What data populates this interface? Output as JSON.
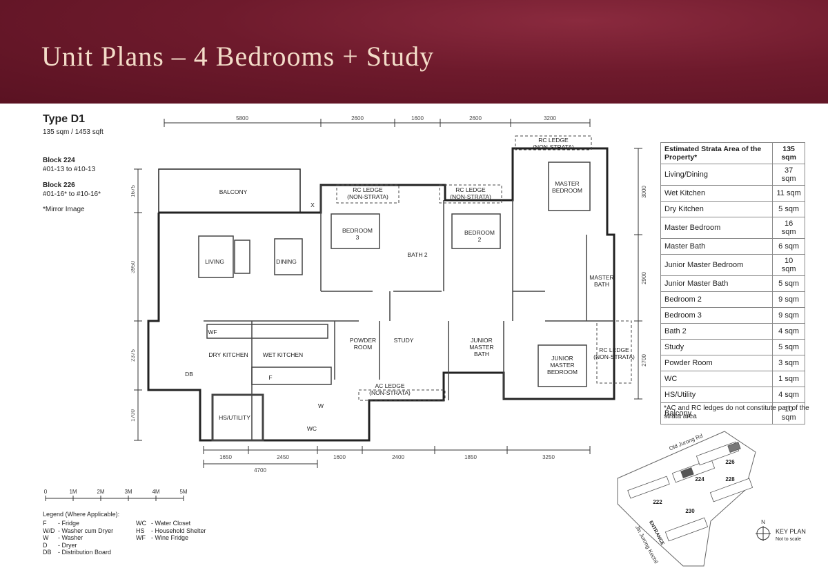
{
  "header": {
    "title": "Unit Plans – 4 Bedrooms + Study"
  },
  "unit": {
    "type": "Type D1",
    "area": "135 sqm / 1453 sqft",
    "block1_name": "Block 224",
    "block1_units": "#01-13 to #10-13",
    "block2_name": "Block 226",
    "block2_units": "#01-16* to #10-16*",
    "mirror_note": "*Mirror Image"
  },
  "plan": {
    "dims_top": [
      "5800",
      "2600",
      "1600",
      "2600",
      "3200"
    ],
    "dims_bottom1": [
      "1650",
      "2450",
      "1600",
      "2400",
      "1850",
      "3250"
    ],
    "dims_bottom2": "4700",
    "dims_left": [
      "1675",
      "3950",
      "2375",
      "1700"
    ],
    "dims_right": [
      "3000",
      "2900",
      "2700"
    ],
    "labels": {
      "balcony": "BALCONY",
      "living": "LIVING",
      "dining": "DINING",
      "rc_ledge": "RC LEDGE",
      "non_strata": "(NON-STRATA)",
      "bedroom3a": "BEDROOM",
      "bedroom3b": "3",
      "bath2": "BATH 2",
      "bedroom2a": "BEDROOM",
      "bedroom2b": "2",
      "master_bedroom_a": "MASTER",
      "master_bedroom_b": "BEDROOM",
      "master_bath_a": "MASTER",
      "master_bath_b": "BATH",
      "dry_kitchen": "DRY KITCHEN",
      "wet_kitchen": "WET KITCHEN",
      "powder_a": "POWDER",
      "powder_b": "ROOM",
      "study": "STUDY",
      "junior_bath_a": "JUNIOR",
      "junior_bath_b": "MASTER",
      "junior_bath_c": "BATH",
      "junior_bed_a": "JUNIOR",
      "junior_bed_b": "MASTER",
      "junior_bed_c": "BEDROOM",
      "ac_ledge": "AC LEDGE",
      "hs_utility": "HS/UTILITY",
      "wc": "WC",
      "wf": "WF",
      "db": "DB",
      "f": "F",
      "w": "W",
      "x": "X"
    }
  },
  "area_table": {
    "header_label": "Estimated Strata Area of the Property*",
    "header_value": "135 sqm",
    "rows": [
      {
        "label": "Living/Dining",
        "value": "37 sqm"
      },
      {
        "label": "Wet Kitchen",
        "value": "11 sqm"
      },
      {
        "label": "Dry Kitchen",
        "value": "5 sqm"
      },
      {
        "label": "Master Bedroom",
        "value": "16 sqm"
      },
      {
        "label": "Master Bath",
        "value": "6 sqm"
      },
      {
        "label": "Junior Master Bedroom",
        "value": "10 sqm"
      },
      {
        "label": "Junior Master Bath",
        "value": "5 sqm"
      },
      {
        "label": "Bedroom 2",
        "value": "9 sqm"
      },
      {
        "label": "Bedroom 3",
        "value": "9 sqm"
      },
      {
        "label": "Bath 2",
        "value": "4 sqm"
      },
      {
        "label": "Study",
        "value": "5 sqm"
      },
      {
        "label": "Powder Room",
        "value": "3 sqm"
      },
      {
        "label": "WC",
        "value": "1 sqm"
      },
      {
        "label": "HS/Utility",
        "value": "4 sqm"
      },
      {
        "label": "Balcony",
        "value": "10 sqm"
      }
    ],
    "note": "*AC and RC ledges do not constitute part of the strata area"
  },
  "scale": {
    "ticks": [
      "0",
      "1M",
      "2M",
      "3M",
      "4M",
      "5M"
    ]
  },
  "legend": {
    "title": "Legend (Where Applicable):",
    "left": [
      {
        "k": "F",
        "v": "- Fridge"
      },
      {
        "k": "W/D",
        "v": "- Washer cum Dryer"
      },
      {
        "k": "W",
        "v": "- Washer"
      },
      {
        "k": "D",
        "v": "- Dryer"
      },
      {
        "k": "DB",
        "v": "- Distribution Board"
      }
    ],
    "right": [
      {
        "k": "WC",
        "v": "- Water Closet"
      },
      {
        "k": "HS",
        "v": "- Household Shelter"
      },
      {
        "k": "WF",
        "v": "- Wine Fridge"
      }
    ]
  },
  "keyplan": {
    "road1": "Old Jurong Rd",
    "road2": "Jln Jurong Kechil",
    "entrance": "ENTRANCE",
    "blocks": [
      "224",
      "226",
      "228",
      "222",
      "230"
    ],
    "label": "KEY PLAN",
    "sub": "Not to scale",
    "north": "N"
  },
  "colors": {
    "header_bg": "#6e1a2c",
    "header_text": "#f3dcc8"
  }
}
